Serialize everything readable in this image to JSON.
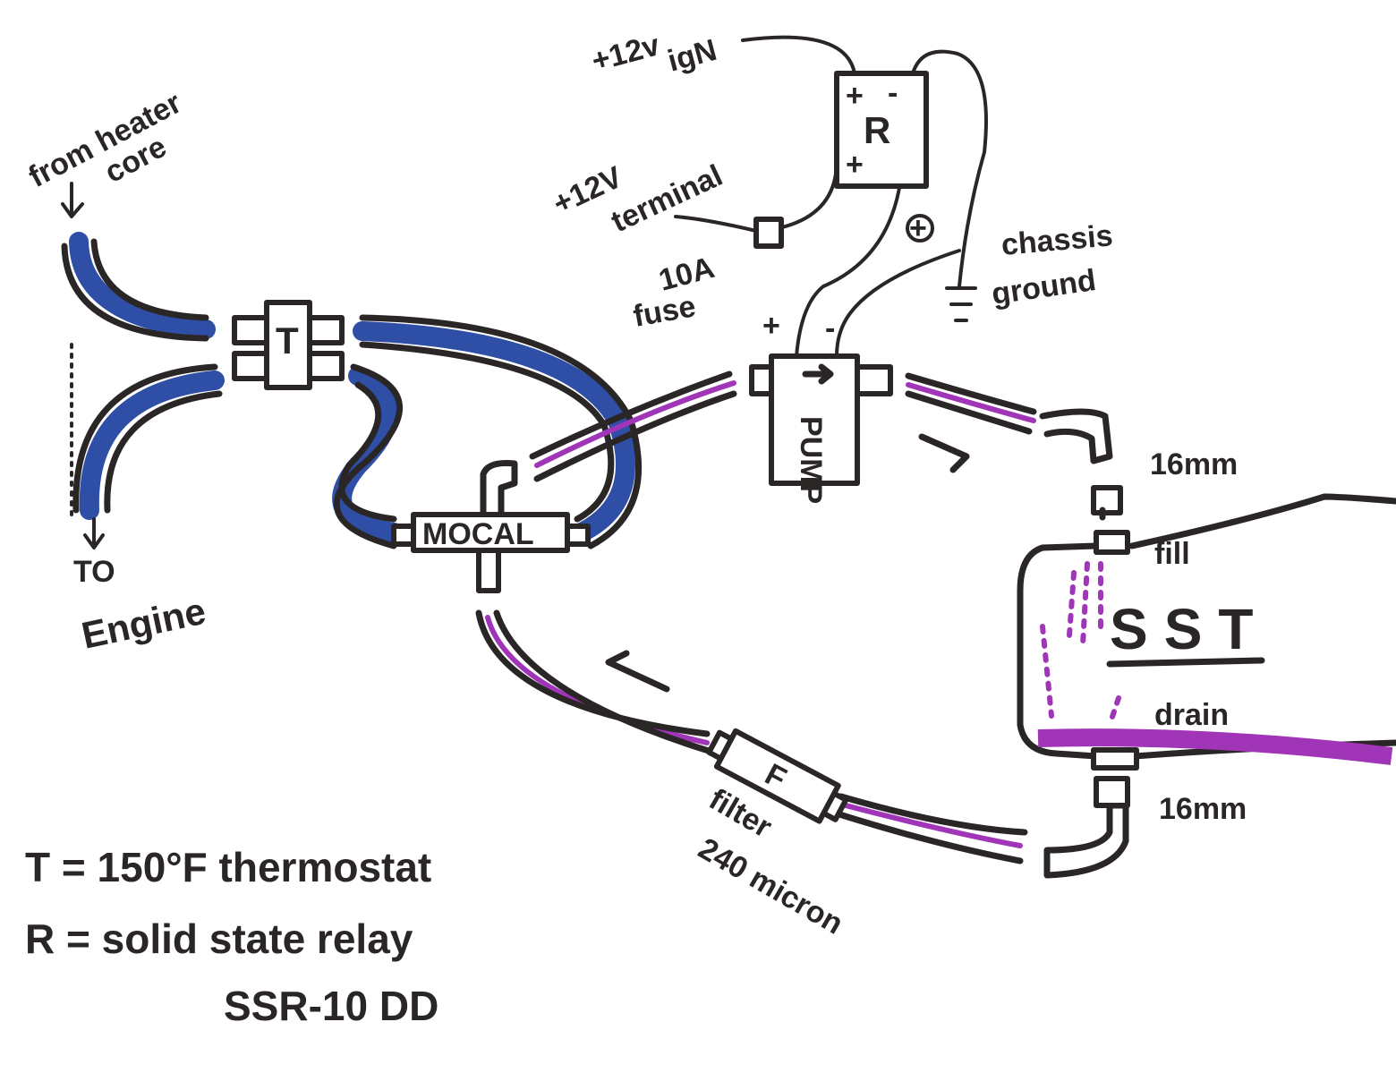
{
  "colors": {
    "ink": "#2b2626",
    "coolant": "#2f4fa6",
    "fluid": "#a035b8"
  },
  "heater": {
    "line1": "from heater",
    "line2": "core"
  },
  "engine": {
    "line1": "TO",
    "line2": "Engine"
  },
  "thermostat": {
    "label": "T"
  },
  "mocal": {
    "label": "MOCAL"
  },
  "relay": {
    "label": "R",
    "plus1": "+",
    "minus": "-",
    "plus2": "+"
  },
  "ign": {
    "line1": "+12v",
    "line2": "igN"
  },
  "terminal": {
    "line1": "+12V",
    "line2": "terminal"
  },
  "fuse": {
    "line1": "10A",
    "line2": "fuse"
  },
  "ground_sym": {
    "label": "+"
  },
  "chassis": {
    "line1": "chassis",
    "line2": "ground"
  },
  "pump": {
    "label": "PUMP",
    "plus": "+",
    "minus": "-"
  },
  "tank": {
    "label": "SST",
    "fill": "fill",
    "drain": "drain",
    "top_size": "16mm",
    "bottom_size": "16mm"
  },
  "filter": {
    "label": "F",
    "line1": "filter",
    "line2": "240 micron"
  },
  "legend": {
    "line1": "T = 150°F thermostat",
    "line2": "R = solid state relay",
    "line3": "SSR-10 DD"
  }
}
